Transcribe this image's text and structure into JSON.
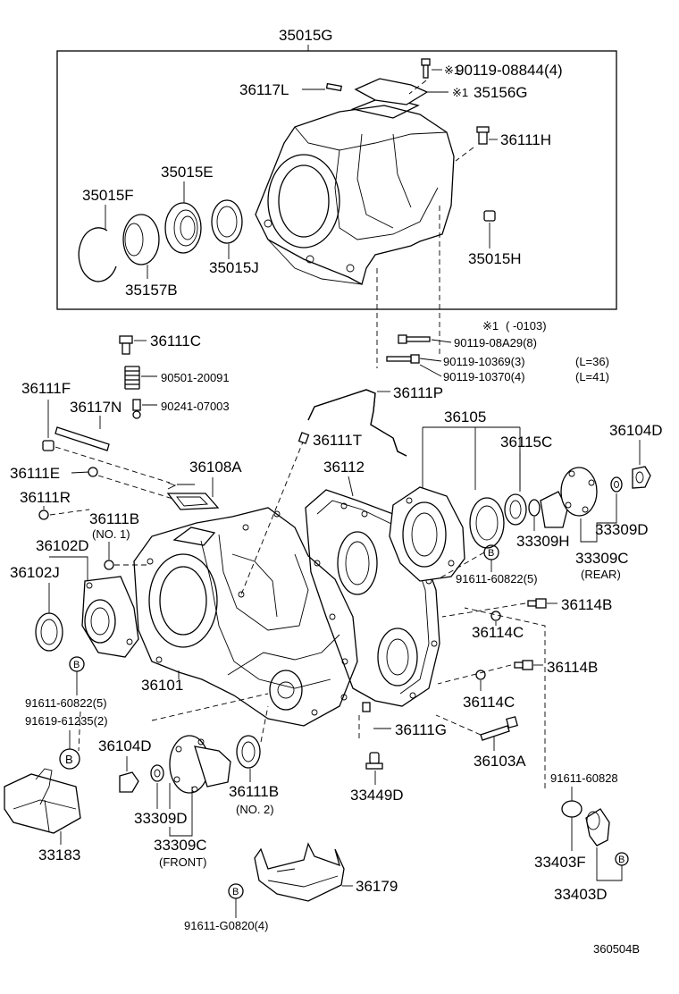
{
  "assembly_label": "35015G",
  "note_mark": "※1",
  "note_range": "(      -0103)",
  "figure_code": "360504B",
  "labels": {
    "p36117L": "36117L",
    "p90119_08844": "90119-08844(4)",
    "p35156G": "35156G",
    "p36111H": "36111H",
    "p35015E": "35015E",
    "p35015F": "35015F",
    "p35157B": "35157B",
    "p35015J": "35015J",
    "p35015H": "35015H",
    "p36111C": "36111C",
    "p90119_08A29": "90119-08A29(8)",
    "p90501_20091": "90501-20091",
    "p90119_10369": "90119-10369(3)",
    "p90119_10370": "90119-10370(4)",
    "l36": "(L=36)",
    "l41": "(L=41)",
    "p36111F": "36111F",
    "p36117N": "36117N",
    "p90241_07003": "90241-07003",
    "p36111P": "36111P",
    "p36105": "36105",
    "p36104D_top": "36104D",
    "p36115C": "36115C",
    "p36111T": "36111T",
    "p36111E": "36111E",
    "p36108A": "36108A",
    "p36112": "36112",
    "p36111R": "36111R",
    "p36111B_1": "36111B",
    "no1": "(NO. 1)",
    "p36102D": "36102D",
    "p36102J": "36102J",
    "p33309H": "33309H",
    "p33309D_top": "33309D",
    "p33309C_rear": "33309C",
    "rear": "(REAR)",
    "p91611_60822_top": "91611-60822(5)",
    "p36114B_top": "36114B",
    "p36114C_top": "36114C",
    "p36101": "36101",
    "p36114B_bot": "36114B",
    "p36114C_bot": "36114C",
    "p91611_60822_left": "91611-60822(5)",
    "p91619_61235": "91619-61235(2)",
    "p36111G": "36111G",
    "p36104D_bot": "36104D",
    "p36103A": "36103A",
    "p91611_60828": "91611-60828",
    "p36111B_2": "36111B",
    "no2": "(NO. 2)",
    "p33449D": "33449D",
    "p33309D_bot": "33309D",
    "p33309C_front": "33309C",
    "front": "(FRONT)",
    "p33183": "33183",
    "p33403F": "33403F",
    "p33403D": "33403D",
    "p36179": "36179",
    "p91611_G0820": "91611-G0820(4)",
    "ref_b": "B"
  }
}
